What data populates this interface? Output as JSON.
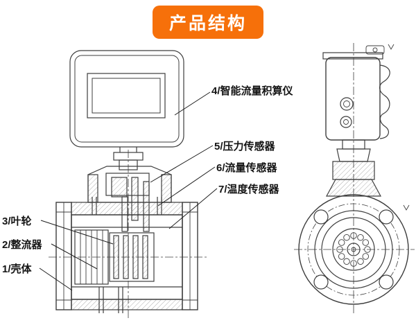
{
  "banner": {
    "title": "产品结构",
    "color": "#f6700a"
  },
  "labels": {
    "totalizer": "4/智能流量积算仪",
    "pressure_sensor": "5/压力传感器",
    "flow_sensor": "6/流量传感器",
    "temperature_sensor": "7/温度传感器",
    "impeller": "3/叶轮",
    "rectifier": "2/整流器",
    "housing": "1/壳体"
  }
}
